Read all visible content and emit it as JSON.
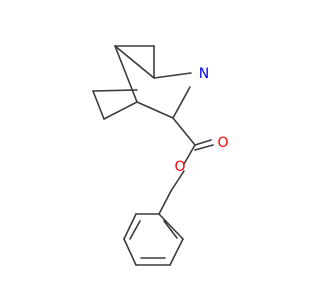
{
  "molecule": {
    "atoms": {
      "nitrogen": "N",
      "hydroxyl_oxygen": "O",
      "carbonyl_oxygen": "O",
      "ester_oxygen": "O"
    },
    "colors": {
      "bond": "#3b3b3b",
      "nitrogen": "#0000ff",
      "oxygen": "#ff0000",
      "background": "#ffffff"
    }
  }
}
